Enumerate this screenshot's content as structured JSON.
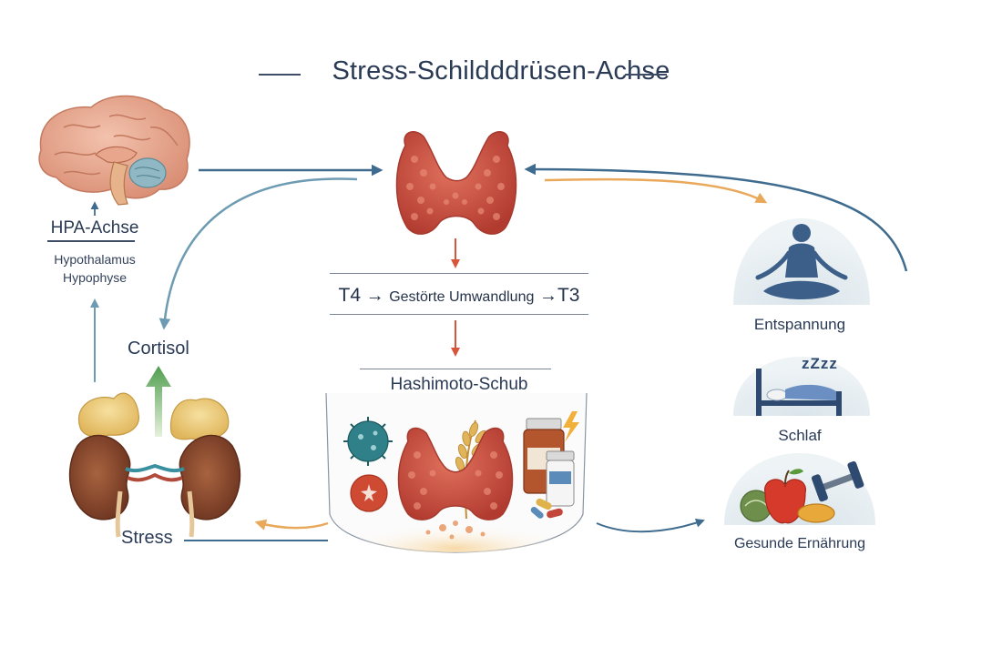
{
  "title": "Stress-Schildddrüsen-Achse",
  "hpa": {
    "title": "HPA-Achse",
    "line1": "Hypothalamus",
    "line2": "Hypophyse"
  },
  "cortisol": "Cortisol",
  "stress": "Stress",
  "conversion": {
    "t4": "T4",
    "middle": "Gestörte Umwandlung",
    "t3": "T3"
  },
  "hashimoto": "Hashimoto-Schub",
  "remedies": {
    "relaxation": "Entspannung",
    "sleep": "Schlaf",
    "sleep_icon_text": "zZzz",
    "nutrition": "Gesunde Ernährung"
  },
  "colors": {
    "arrow_blue": "#3f6b8e",
    "arrow_teal": "#6d9bb2",
    "arrow_orange": "#e9a85a",
    "arrow_red": "#d8553a",
    "arrow_green": "#5aa55a",
    "thyroid": "#c9473a"
  }
}
